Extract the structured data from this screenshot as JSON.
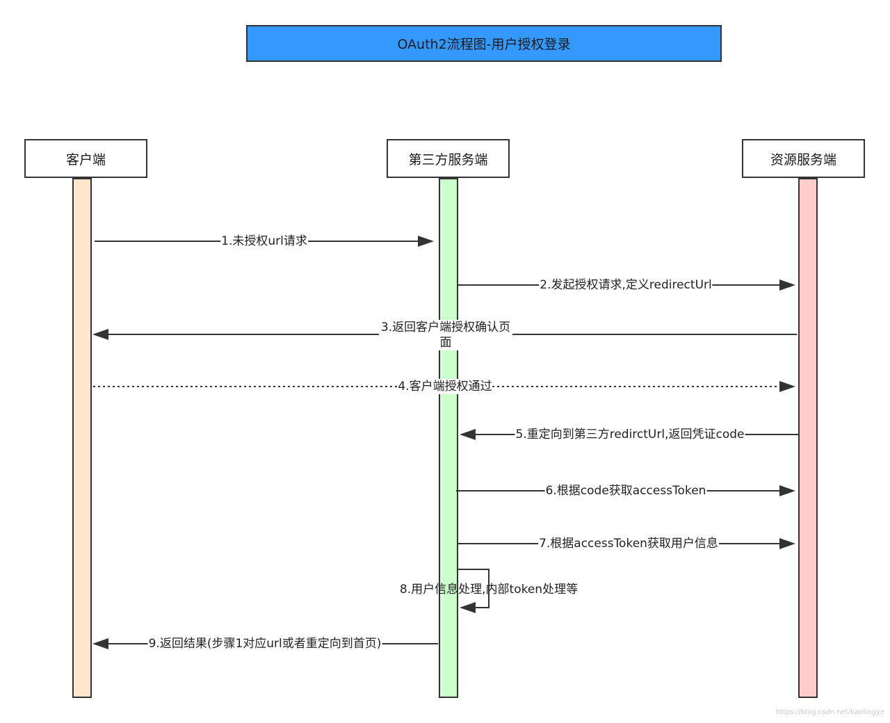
{
  "title": "OAuth2流程图-用户授权登录",
  "actors": {
    "client": {
      "label": "客户端",
      "color": "#ffe6cc"
    },
    "third_party": {
      "label": "第三方服务端",
      "color": "#ccffcc"
    },
    "resource": {
      "label": "资源服务端",
      "color": "#ffcccc"
    }
  },
  "messages": [
    {
      "label": "1.未授权url请求",
      "from": "client",
      "to": "third_party",
      "style": "solid"
    },
    {
      "label": "2.发起授权请求,定义redirectUrl",
      "from": "third_party",
      "to": "resource",
      "style": "solid"
    },
    {
      "label": "3.返回客户端授权确认页面",
      "from": "resource",
      "to": "client",
      "style": "solid"
    },
    {
      "label": "4.客户端授权通过",
      "from": "client",
      "to": "resource",
      "style": "dotted"
    },
    {
      "label": "5.重定向到第三方redirctUrl,返回凭证code",
      "from": "resource",
      "to": "third_party",
      "style": "solid"
    },
    {
      "label": "6.根据code获取accessToken",
      "from": "third_party",
      "to": "resource",
      "style": "solid"
    },
    {
      "label": "7.根据accessToken获取用户信息",
      "from": "third_party",
      "to": "resource",
      "style": "solid"
    },
    {
      "label": "8.用户信息处理,内部token处理等",
      "from": "third_party",
      "to": "third_party",
      "style": "solid"
    },
    {
      "label": "9.返回结果(步骤1对应url或者重定向到首页)",
      "from": "third_party",
      "to": "client",
      "style": "solid"
    }
  ],
  "watermark": "https://blog.csdn.net/baolingye"
}
